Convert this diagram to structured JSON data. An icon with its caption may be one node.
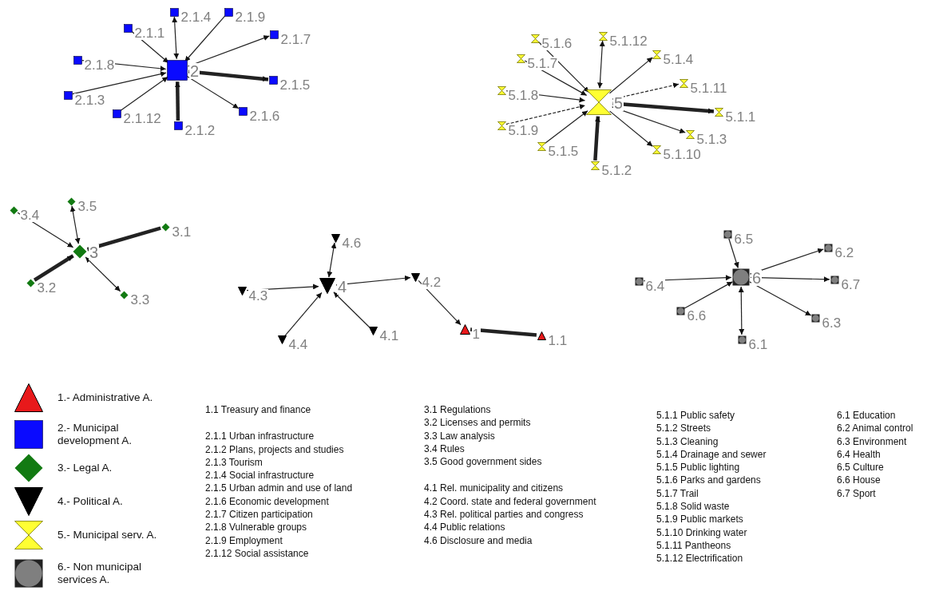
{
  "diagram": {
    "nodes": [
      {
        "text": [
          "2"
        ]
      },
      {
        "text": [
          "2.1.1"
        ]
      },
      {
        "text": [
          "2.1.4"
        ]
      },
      {
        "text": [
          "2.1.9"
        ]
      },
      {
        "text": [
          "2.1.7"
        ]
      },
      {
        "text": [
          "2.1.8"
        ]
      },
      {
        "text": [
          "2.1.5"
        ]
      },
      {
        "text": [
          "2.1.3"
        ]
      },
      {
        "text": [
          "2.1.12"
        ]
      },
      {
        "text": [
          "2.1.6"
        ]
      },
      {
        "text": [
          "2.1.2"
        ]
      },
      {
        "text": [
          "5"
        ]
      },
      {
        "text": [
          "5.1.6"
        ]
      },
      {
        "text": [
          "5.1.12"
        ]
      },
      {
        "text": [
          "5.1.7"
        ]
      },
      {
        "text": [
          "5.1.4"
        ]
      },
      {
        "text": [
          "5.1.11"
        ]
      },
      {
        "text": [
          "5.1.8"
        ]
      },
      {
        "text": [
          "5.1.1"
        ]
      },
      {
        "text": [
          "5.1.9"
        ]
      },
      {
        "text": [
          "5.1.3"
        ]
      },
      {
        "text": [
          "5.1.5"
        ]
      },
      {
        "text": [
          "5.1.10"
        ]
      },
      {
        "text": [
          "5.1.2"
        ]
      },
      {
        "text": [
          "3"
        ]
      },
      {
        "text": [
          "3.4"
        ]
      },
      {
        "text": [
          "3.5"
        ]
      },
      {
        "text": [
          "3.1"
        ]
      },
      {
        "text": [
          "3.2"
        ]
      },
      {
        "text": [
          "3.3"
        ]
      },
      {
        "text": [
          "4.6"
        ]
      },
      {
        "text": [
          "4"
        ]
      },
      {
        "text": [
          "4.3"
        ]
      },
      {
        "text": [
          "4.2"
        ]
      },
      {
        "text": [
          "1"
        ]
      },
      {
        "text": [
          "4.4"
        ]
      },
      {
        "text": [
          "4.1"
        ]
      },
      {
        "text": [
          "1.1"
        ]
      },
      {
        "text": [
          "6"
        ]
      },
      {
        "text": [
          "6.5"
        ]
      },
      {
        "text": [
          "6.2"
        ]
      },
      {
        "text": [
          "6.4"
        ]
      },
      {
        "text": [
          "6.7"
        ]
      },
      {
        "text": [
          "6.6"
        ]
      },
      {
        "text": [
          "6.3"
        ]
      },
      {
        "text": [
          "6.1"
        ]
      }
    ],
    "edges": [
      {
        "from": 1,
        "to": 0,
        "arrow": "to"
      },
      {
        "from": 0,
        "to": 2,
        "arrow": "both"
      },
      {
        "from": 3,
        "to": 0,
        "arrow": "to"
      },
      {
        "from": 0,
        "to": 4,
        "arrow": "to"
      },
      {
        "from": 5,
        "to": 0,
        "arrow": "to"
      },
      {
        "from": 0,
        "to": 6,
        "arrow": "to",
        "style": "thick"
      },
      {
        "from": 7,
        "to": 0,
        "arrow": "to"
      },
      {
        "from": 8,
        "to": 0,
        "arrow": "to"
      },
      {
        "from": 0,
        "to": 9,
        "arrow": "to"
      },
      {
        "from": 10,
        "to": 0,
        "arrow": "to",
        "style": "thick"
      },
      {
        "from": 12,
        "to": 11,
        "arrow": "to"
      },
      {
        "from": 11,
        "to": 13,
        "arrow": "both"
      },
      {
        "from": 14,
        "to": 11,
        "arrow": "to"
      },
      {
        "from": 11,
        "to": 15,
        "arrow": "to"
      },
      {
        "from": 11,
        "to": 16,
        "arrow": "to",
        "style": "dashed"
      },
      {
        "from": 17,
        "to": 11,
        "arrow": "to"
      },
      {
        "from": 11,
        "to": 18,
        "arrow": "to",
        "style": "thick"
      },
      {
        "from": 19,
        "to": 11,
        "arrow": "to",
        "style": "dashed"
      },
      {
        "from": 11,
        "to": 20,
        "arrow": "to"
      },
      {
        "from": 21,
        "to": 11,
        "arrow": "to"
      },
      {
        "from": 11,
        "to": 22,
        "arrow": "to"
      },
      {
        "from": 23,
        "to": 11,
        "arrow": "to",
        "style": "thick"
      },
      {
        "from": 25,
        "to": 24,
        "arrow": "to"
      },
      {
        "from": 24,
        "to": 26,
        "arrow": "both"
      },
      {
        "from": 24,
        "to": 27,
        "arrow": "none",
        "style": "thick"
      },
      {
        "from": 28,
        "to": 24,
        "arrow": "to",
        "style": "thick"
      },
      {
        "from": 24,
        "to": 29,
        "arrow": "both"
      },
      {
        "from": 30,
        "to": 31,
        "arrow": "both"
      },
      {
        "from": 32,
        "to": 31,
        "arrow": "to"
      },
      {
        "from": 31,
        "to": 33,
        "arrow": "to"
      },
      {
        "from": 35,
        "to": 31,
        "arrow": "to"
      },
      {
        "from": 36,
        "to": 31,
        "arrow": "to"
      },
      {
        "from": 33,
        "to": 34,
        "arrow": "to"
      },
      {
        "from": 34,
        "to": 37,
        "arrow": "none",
        "style": "thick"
      },
      {
        "from": 39,
        "to": 38,
        "arrow": "to"
      },
      {
        "from": 38,
        "to": 40,
        "arrow": "to"
      },
      {
        "from": 41,
        "to": 38,
        "arrow": "to"
      },
      {
        "from": 38,
        "to": 42,
        "arrow": "to"
      },
      {
        "from": 38,
        "to": 44,
        "arrow": "to"
      },
      {
        "from": 45,
        "to": 38,
        "arrow": "both"
      },
      {
        "from": 43,
        "to": 38,
        "arrow": "to"
      }
    ],
    "labels": [
      "1.1 Treasury and finance",
      "2.1.1 Urban infrastructure",
      "2.1.2 Plans, projects and studies",
      "2.1.3 Tourism",
      "2.1.4 Social infrastructure",
      "2.1.5 Urban admin and use of land",
      "2.1.6 Economic development",
      "2.1.7 Citizen participation",
      "2.1.8 Vulnerable groups",
      "2.1.9 Employment",
      "2.1.12 Social assistance",
      "3.1 Regulations",
      "3.2 Licenses and permits",
      "3.3 Law analysis",
      "3.4 Rules",
      "3.5 Good government sides",
      "4.1 Rel. municipality and citizens",
      "4.2 Coord. state and federal government",
      "4.3 Rel. political parties and congress",
      "4.4 Public relations",
      "4.6 Disclosure and media",
      "5.1.1 Public safety",
      "5.1.2 Streets",
      "5.1.3 Cleaning",
      "5.1.4 Drainage and sewer",
      "5.1.5 Public lighting",
      "5.1.6 Parks and gardens",
      "5.1.7 Trail",
      "5.1.8 Solid waste",
      "5.1.9 Public markets",
      "5.1.10 Drinking water",
      "5.1.11 Pantheons",
      "5.1.12 Electrification",
      "6.1 Education",
      "6.2 Animal control",
      "6.3 Environment",
      "6.4 Health",
      "6.5 Culture",
      "6.6 House",
      "6.7 Sport"
    ],
    "legend": [
      {
        "text": "1.- Administrative A.",
        "color": "#e8191b"
      },
      {
        "text": "2.- Municipal development A.",
        "color": "#0a0aff"
      },
      {
        "text": "3.- Legal A.",
        "color": "#127a12"
      },
      {
        "text": "4.- Political A.",
        "color": "#000000"
      },
      {
        "text": "5.- Municipal serv. A.",
        "color": "#ffff33"
      },
      {
        "text": "6.- Non municipal services A.",
        "color": "#7f7f7f"
      }
    ]
  }
}
